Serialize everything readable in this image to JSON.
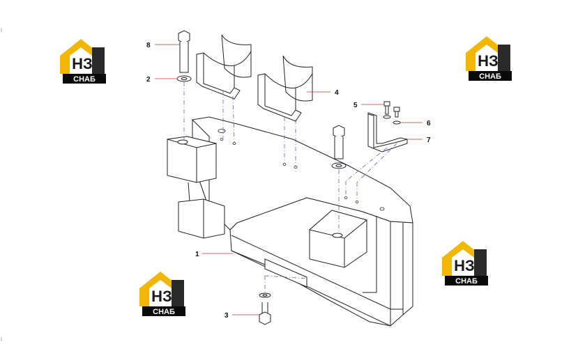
{
  "diagram": {
    "callouts": [
      {
        "id": "8",
        "label": "8"
      },
      {
        "id": "2",
        "label": "2"
      },
      {
        "id": "4",
        "label": "4"
      },
      {
        "id": "5",
        "label": "5"
      },
      {
        "id": "6",
        "label": "6"
      },
      {
        "id": "7",
        "label": "7"
      },
      {
        "id": "1",
        "label": "1"
      },
      {
        "id": "3",
        "label": "3"
      }
    ],
    "watermark": {
      "mark": "НЗ",
      "word": "СНАБ"
    },
    "colors": {
      "logo_yellow": "#f2b705",
      "logo_dark": "#2a2a2a",
      "logo_black": "#0a0a0a",
      "line": "#222222",
      "leader_red": "#c0392b",
      "hidden": "#5566aa"
    }
  }
}
